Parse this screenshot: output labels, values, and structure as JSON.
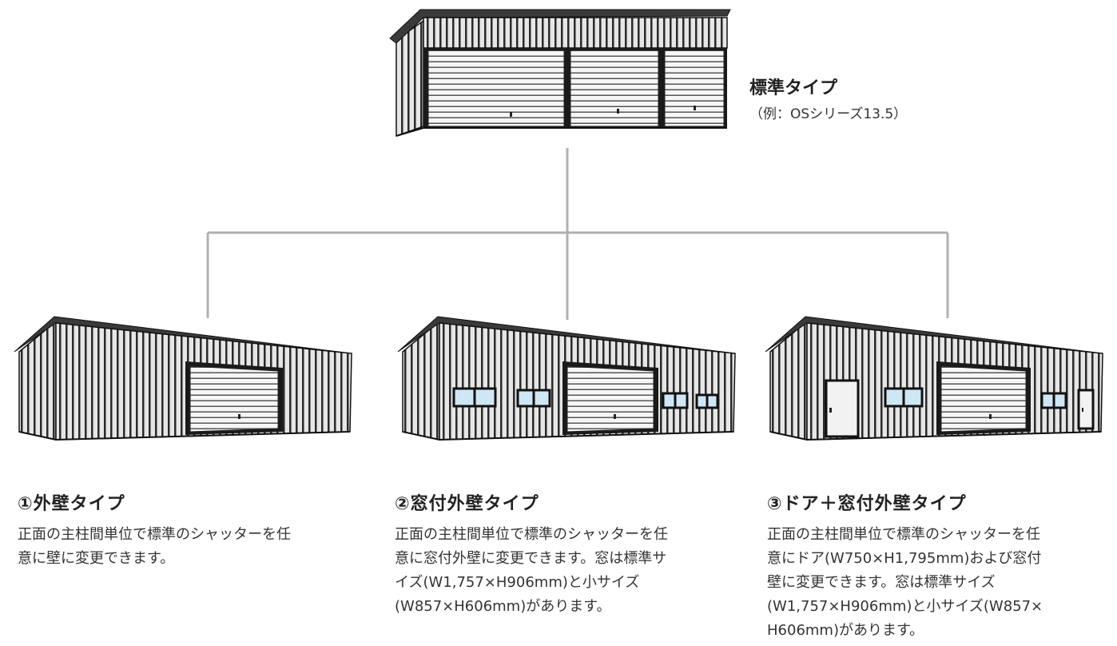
{
  "standard": {
    "title": "標準タイプ",
    "subtitle": "（例：OSシリーズ13.5）"
  },
  "options": [
    {
      "title": "①外壁タイプ",
      "description_lines": [
        "正面の主柱間単位で標準のシャッターを任",
        "意に壁に変更できます。"
      ]
    },
    {
      "title": "②窓付外壁タイプ",
      "description_lines": [
        "正面の主柱間単位で標準のシャッターを任",
        "意に窓付外壁に変更できます。窓は標準サ",
        "イズ(W1,757×H906mm)と小サイズ",
        "(W857×H606mm)があります。"
      ]
    },
    {
      "title": "③ドア＋窓付外壁タイプ",
      "description_lines": [
        "正面の主柱間単位で標準のシャッターを任",
        "意にドア(W750×H1,795mm)および窓付",
        "壁に変更できます。窓は標準サイズ",
        "(W1,757×H906mm)と小サイズ(W857×",
        "H606mm)があります。"
      ]
    }
  ],
  "colors": {
    "connector": "#b0b0b0",
    "frame": "#1a1a1a",
    "siding_light": "#e8e8e8",
    "siding_dark": "#2a2a2a",
    "shutter": "#f4f4f4",
    "window_glass": "#cfe6f5"
  }
}
